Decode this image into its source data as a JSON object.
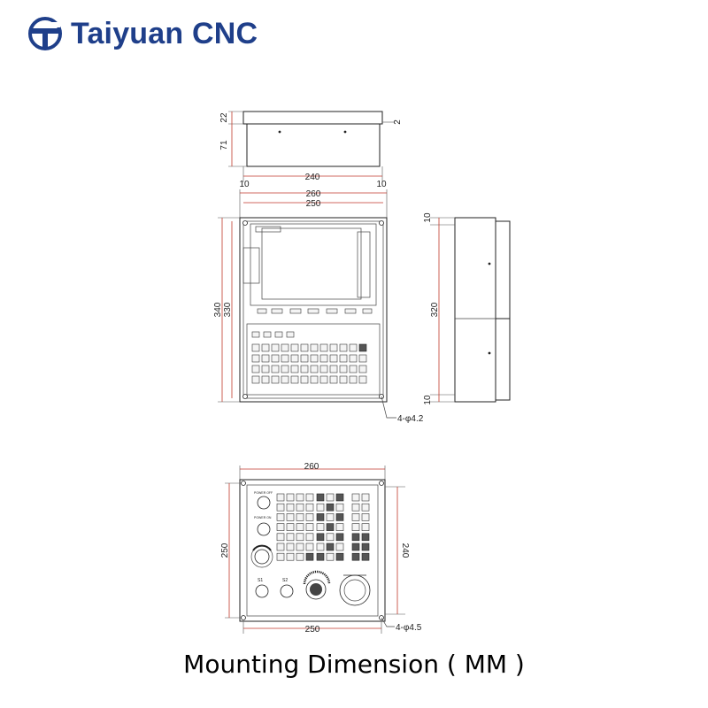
{
  "brand": {
    "name": "Taiyuan CNC",
    "color": "#1f3f8a",
    "icon": "taiyuan-logo-icon"
  },
  "caption": "Mounting Dimension ( MM )",
  "colors": {
    "dimension_line": "#c0392b",
    "outline": "#222222"
  },
  "top_view": {
    "dim_top_height": "22",
    "dim_body_height": "71",
    "dim_gap": "2",
    "dim_width": "240",
    "dim_left_offset": "10",
    "dim_right_offset": "10"
  },
  "front_view": {
    "dim_outer_width": "260",
    "dim_inner_width": "250",
    "dim_outer_height": "340",
    "dim_inner_height": "330",
    "hole_note": "4-φ4.2"
  },
  "side_view": {
    "dim_top": "10",
    "dim_height": "320",
    "dim_bottom": "10"
  },
  "panel_view": {
    "dim_outer_width": "260",
    "dim_inner_width": "250",
    "dim_height_left": "250",
    "dim_height_right": "240",
    "hole_note": "4-φ4.5"
  }
}
